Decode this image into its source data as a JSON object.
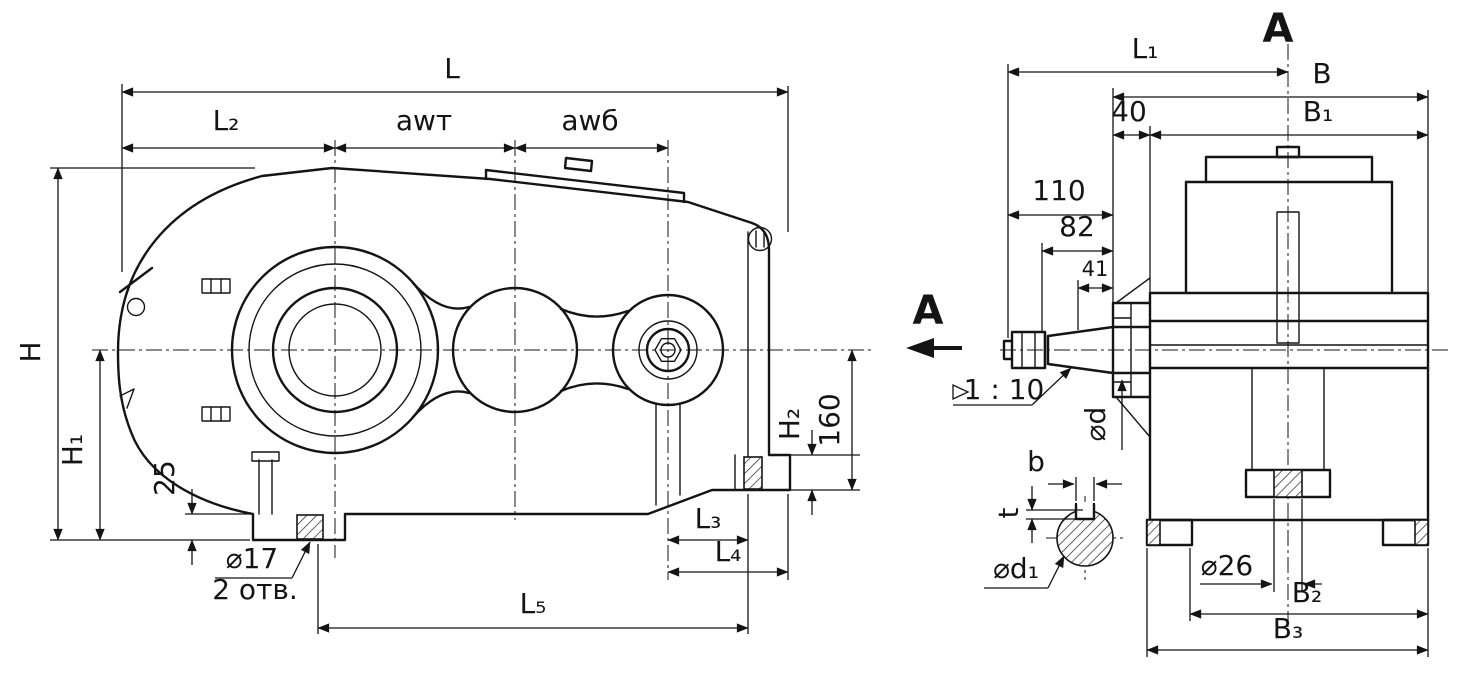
{
  "side_view": {
    "dims": {
      "L": "L",
      "L2": "L₂",
      "awt": "awт",
      "awb": "awб",
      "H": "H",
      "H1": "H₁",
      "v25": "25",
      "d17": "⌀17",
      "holes_note": "2 отв.",
      "L3": "L₃",
      "L4": "L₄",
      "L5": "L₅",
      "H2": "H₂",
      "v160": "160"
    }
  },
  "end_view": {
    "view_label_top": "A",
    "view_label_side": "A",
    "dims": {
      "L1": "L₁",
      "B": "B",
      "B1": "B₁",
      "v40": "40",
      "v110": "110",
      "v82": "82",
      "v41": "41",
      "taper": "1 : 10",
      "d": "⌀d",
      "b": "b",
      "t": "t",
      "d1": "⌀d₁",
      "d26": "⌀26",
      "B2": "B₂",
      "B3": "B₃"
    }
  },
  "colors": {
    "line": "#141414",
    "background": "#ffffff"
  }
}
